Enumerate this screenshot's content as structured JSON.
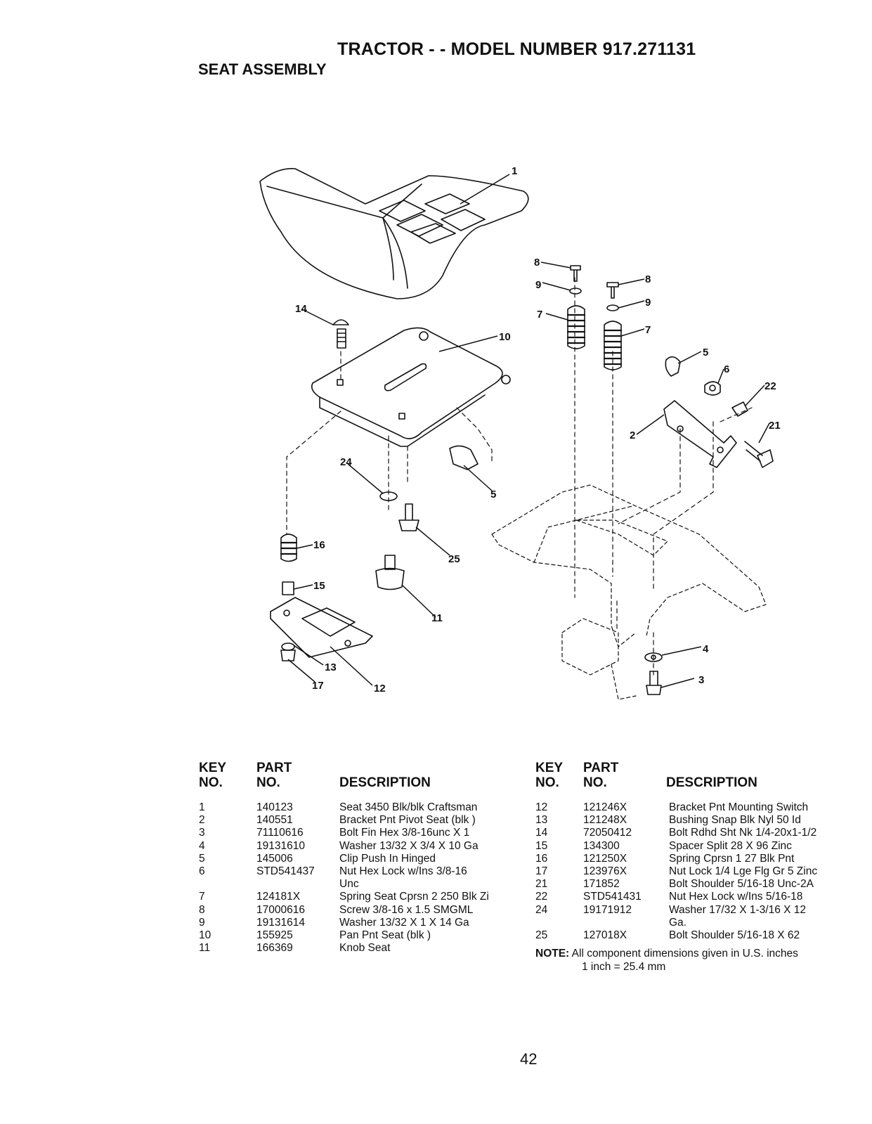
{
  "header": {
    "title": "TRACTOR - - MODEL NUMBER 917.271131",
    "subtitle": "SEAT ASSEMBLY"
  },
  "diagram": {
    "callouts": [
      "1",
      "2",
      "3",
      "4",
      "5",
      "5",
      "6",
      "7",
      "7",
      "8",
      "8",
      "9",
      "9",
      "10",
      "11",
      "12",
      "13",
      "14",
      "15",
      "16",
      "17",
      "21",
      "22",
      "24",
      "25"
    ]
  },
  "table": {
    "headers": {
      "key_line1": "KEY",
      "key_line2": "NO.",
      "part_line1": "PART",
      "part_line2": "NO.",
      "description": "DESCRIPTION"
    },
    "left_rows": [
      {
        "key": "1",
        "part": "140123",
        "desc": "Seat 3450 Blk/blk Craftsman"
      },
      {
        "key": "2",
        "part": "140551",
        "desc": "Bracket Pnt Pivot Seat (blk )"
      },
      {
        "key": "3",
        "part": "71110616",
        "desc": "Bolt Fin Hex 3/8-16unc X 1"
      },
      {
        "key": "4",
        "part": "19131610",
        "desc": "Washer 13/32 X 3/4 X 10 Ga"
      },
      {
        "key": "5",
        "part": "145006",
        "desc": "Clip Push In Hinged"
      },
      {
        "key": "6",
        "part": "STD541437",
        "desc": "Nut Hex Lock w/Ins 3/8-16"
      },
      {
        "key": "",
        "part": "",
        "desc": "Unc"
      },
      {
        "key": "7",
        "part": "124181X",
        "desc": "Spring Seat Cprsn 2 250 Blk Zi"
      },
      {
        "key": "8",
        "part": "17000616",
        "desc": "Screw 3/8-16 x 1.5 SMGML"
      },
      {
        "key": "9",
        "part": "19131614",
        "desc": "Washer 13/32 X 1 X 14 Ga"
      },
      {
        "key": "10",
        "part": "155925",
        "desc": "Pan Pnt Seat (blk )"
      },
      {
        "key": "11",
        "part": "166369",
        "desc": "Knob Seat"
      }
    ],
    "right_rows": [
      {
        "key": "12",
        "part": "121246X",
        "desc": "Bracket Pnt Mounting Switch"
      },
      {
        "key": "13",
        "part": "121248X",
        "desc": "Bushing Snap Blk Nyl 50 Id"
      },
      {
        "key": "14",
        "part": "72050412",
        "desc": "Bolt Rdhd Sht Nk 1/4-20x1-1/2"
      },
      {
        "key": "15",
        "part": "134300",
        "desc": "Spacer Split 28 X 96 Zinc"
      },
      {
        "key": "16",
        "part": "121250X",
        "desc": "Spring Cprsn 1 27 Blk Pnt"
      },
      {
        "key": "17",
        "part": "123976X",
        "desc": "Nut Lock 1/4 Lge Flg Gr 5 Zinc"
      },
      {
        "key": "21",
        "part": "171852",
        "desc": "Bolt Shoulder 5/16-18 Unc-2A"
      },
      {
        "key": "22",
        "part": "STD541431",
        "desc": "Nut Hex Lock w/Ins 5/16-18"
      },
      {
        "key": "24",
        "part": "19171912",
        "desc": "Washer 17/32 X 1-3/16 X 12"
      },
      {
        "key": "",
        "part": "",
        "desc": "Ga."
      },
      {
        "key": "25",
        "part": "127018X",
        "desc": "Bolt Shoulder 5/16-18 X 62"
      }
    ]
  },
  "note": {
    "label": "NOTE:",
    "line1": "All component dimensions given in U.S. inches",
    "line2": "1 inch = 25.4 mm"
  },
  "page_number": "42"
}
